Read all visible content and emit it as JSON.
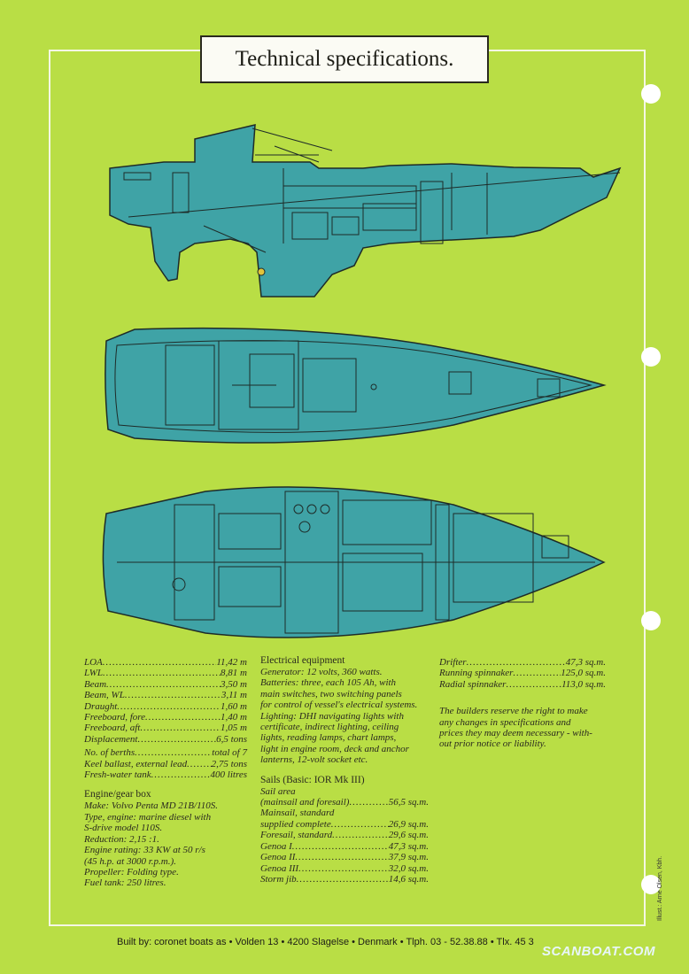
{
  "title": "Technical specifications.",
  "colors": {
    "background": "#b9de45",
    "hull": "#3fa3a6",
    "outline": "#1e2b28",
    "frame": "#f4f7e4"
  },
  "dimensions": [
    {
      "label": "LOA",
      "value": "11,42 m"
    },
    {
      "label": "LWL",
      "value": "8,81 m"
    },
    {
      "label": "Beam",
      "value": "3,50 m"
    },
    {
      "label": "Beam, WL",
      "value": "3,11 m"
    },
    {
      "label": "Draught",
      "value": "1,60 m"
    },
    {
      "label": "Freeboard, fore",
      "value": "1,40 m"
    },
    {
      "label": "Freeboard, aft",
      "value": "1,05 m"
    },
    {
      "label": "Displacement",
      "value": "6,5 tons"
    },
    {
      "label": "No. of berths",
      "value": "total of 7"
    },
    {
      "label": "Keel ballast, external lead",
      "value": "2,75 tons"
    },
    {
      "label": "Fresh-water tank",
      "value": "400 litres"
    }
  ],
  "engine": {
    "heading": "Engine/gear box",
    "text": "Make: Volvo Penta MD 21B/110S.\nType, engine: marine diesel with\nS-drive model 110S.\nReduction: 2,15 :1.\nEngine rating: 33 KW at 50 r/s\n(45 h.p. at 3000 r.p.m.).\nPropeller: Folding type.\nFuel tank: 250 litres."
  },
  "electrical": {
    "heading": "Electrical equipment",
    "text": "Generator: 12 volts, 360 watts.\nBatteries: three, each 105 Ah, with\nmain switches, two switching panels\nfor control of vessel's electrical systems.\nLighting: DHI navigating lights with\ncertificate, indirect lighting, ceiling\nlights, reading lamps, chart lamps,\nlight in engine room, deck and anchor\nlanterns, 12-volt socket etc."
  },
  "sails": {
    "heading": "Sails (Basic: IOR Mk III)",
    "intro": "Sail area",
    "items": [
      {
        "label": "(mainsail and foresail)",
        "value": "56,5 sq.m."
      },
      {
        "label": "Mainsail, standard",
        "value": ""
      },
      {
        "label": "supplied complete",
        "value": "26,9 sq.m."
      },
      {
        "label": "Foresail, standard",
        "value": "29,6 sq.m."
      },
      {
        "label": "Genoa I",
        "value": "47,3 sq.m."
      },
      {
        "label": "Genoa II",
        "value": "37,9 sq.m."
      },
      {
        "label": "Genoa III",
        "value": "32,0 sq.m."
      },
      {
        "label": "Storm jib",
        "value": "14,6 sq.m."
      }
    ]
  },
  "spinnakers": [
    {
      "label": "Drifter",
      "value": "47,3 sq.m."
    },
    {
      "label": "Running spinnaker",
      "value": "125,0 sq.m."
    },
    {
      "label": "Radial spinnaker",
      "value": "113,0 sq.m."
    }
  ],
  "disclaimer": "The builders reserve the right to make\nany changes in specifications and\nprices they may deem necessary - with-\nout prior notice or liability.",
  "footer": "Built by: coronet boats as • Volden 13 • 4200 Slagelse • Denmark • Tlph. 03 - 52.38.88 • Tlx. 45 3",
  "credit": "Illust.: Arne Olsen, Kbh.",
  "watermark": "SCANBOAT.COM"
}
